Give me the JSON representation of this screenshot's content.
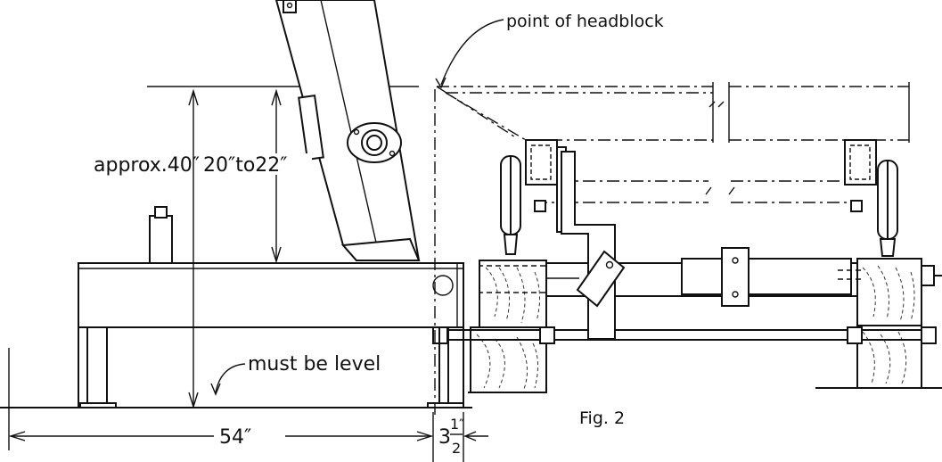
{
  "figure": {
    "caption": "Fig. 2"
  },
  "labels": {
    "headblock": "point of headblock",
    "approx_height": "approx.40″",
    "range_height": "20″to22″",
    "level_note": "must be level"
  },
  "dimensions": {
    "length": "54″",
    "offset_whole": "3",
    "offset_num": "1″",
    "offset_den": "2"
  }
}
